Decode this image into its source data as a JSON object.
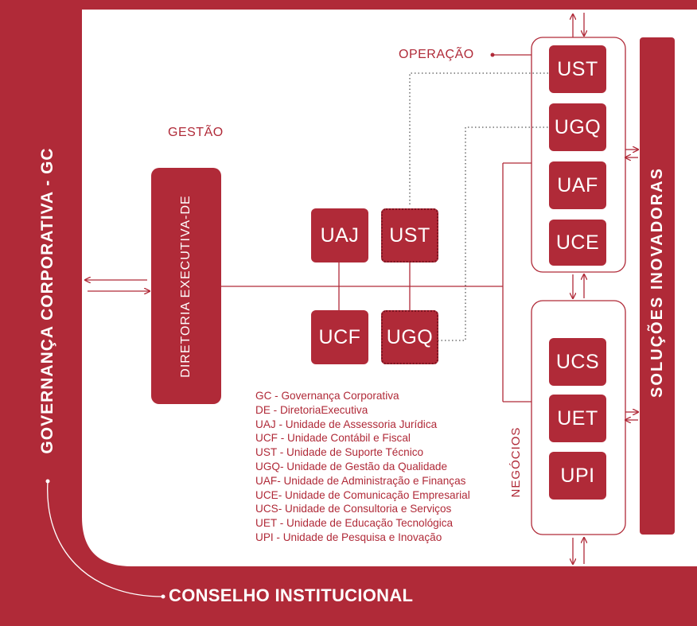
{
  "colors": {
    "primary": "#b02a38",
    "background": "#ffffff"
  },
  "governanca": "GOVERNANÇA  CORPORATIVA  -  GC",
  "conselho": "CONSELHO INSTITUCIONAL",
  "solucoes": "SOLUÇÕES  INOVADORAS",
  "gestao_label": "GESTÃO",
  "diretoria": "DIRETORIA  EXECUTIVA-DE",
  "operacao_label": "OPERAÇÃO",
  "negocios_label": "NEGÓCIOS",
  "center_units": {
    "uaj": "UAJ",
    "ust": "UST",
    "ucf": "UCF",
    "ugq": "UGQ"
  },
  "operacao_units": [
    "UST",
    "UGQ",
    "UAF",
    "UCE"
  ],
  "negocios_units": [
    "UCS",
    "UET",
    "UPI"
  ],
  "legend": [
    "GC   - Governança Corporativa",
    "DE   - DiretoriaExecutiva",
    "UAJ - Unidade de Assessoria Jurídica",
    "UCF - Unidade Contábil e Fiscal",
    "UST - Unidade de Suporte Técnico",
    "UGQ- Unidade de Gestão da Qualidade",
    "UAF- Unidade de Administração e Finanças",
    "UCE- Unidade de Comunicação Empresarial",
    "UCS- Unidade de Consultoria e Serviços",
    "UET - Unidade de Educação Tecnológica",
    "UPI  - Unidade de Pesquisa e Inovação"
  ]
}
